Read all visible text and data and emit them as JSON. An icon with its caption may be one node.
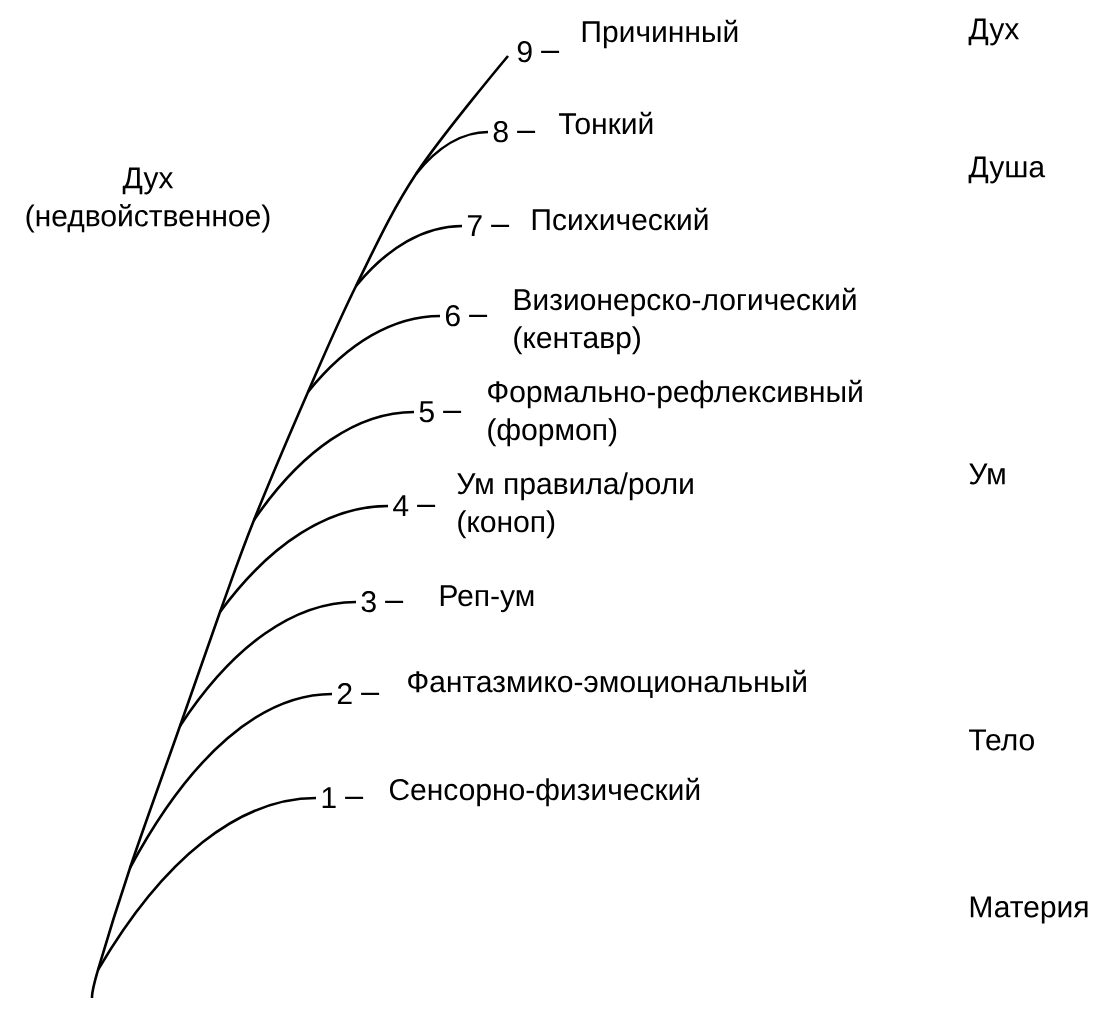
{
  "diagram": {
    "nodes": [
      {
        "text": [
          "1",
          "Сенсорно-физический"
        ]
      },
      {
        "text": [
          "2",
          "Фантазмико-эмоциональный"
        ]
      },
      {
        "text": [
          "3",
          "Реп-ум"
        ]
      },
      {
        "text": [
          "4",
          "Ум правила/роли (коноп)"
        ]
      },
      {
        "text": [
          "5",
          "Формально-рефлексивный (формоп)"
        ]
      },
      {
        "text": [
          "6",
          "Визионерско-логический (кентавр)"
        ]
      },
      {
        "text": [
          "7",
          "Психический"
        ]
      },
      {
        "text": [
          "8",
          "Тонкий"
        ]
      },
      {
        "text": [
          "9",
          "Причинный"
        ]
      }
    ],
    "labels": [
      "Дух (недвойственное)",
      "Дух",
      "Душа",
      "Ум",
      "Тело",
      "Материя"
    ]
  }
}
